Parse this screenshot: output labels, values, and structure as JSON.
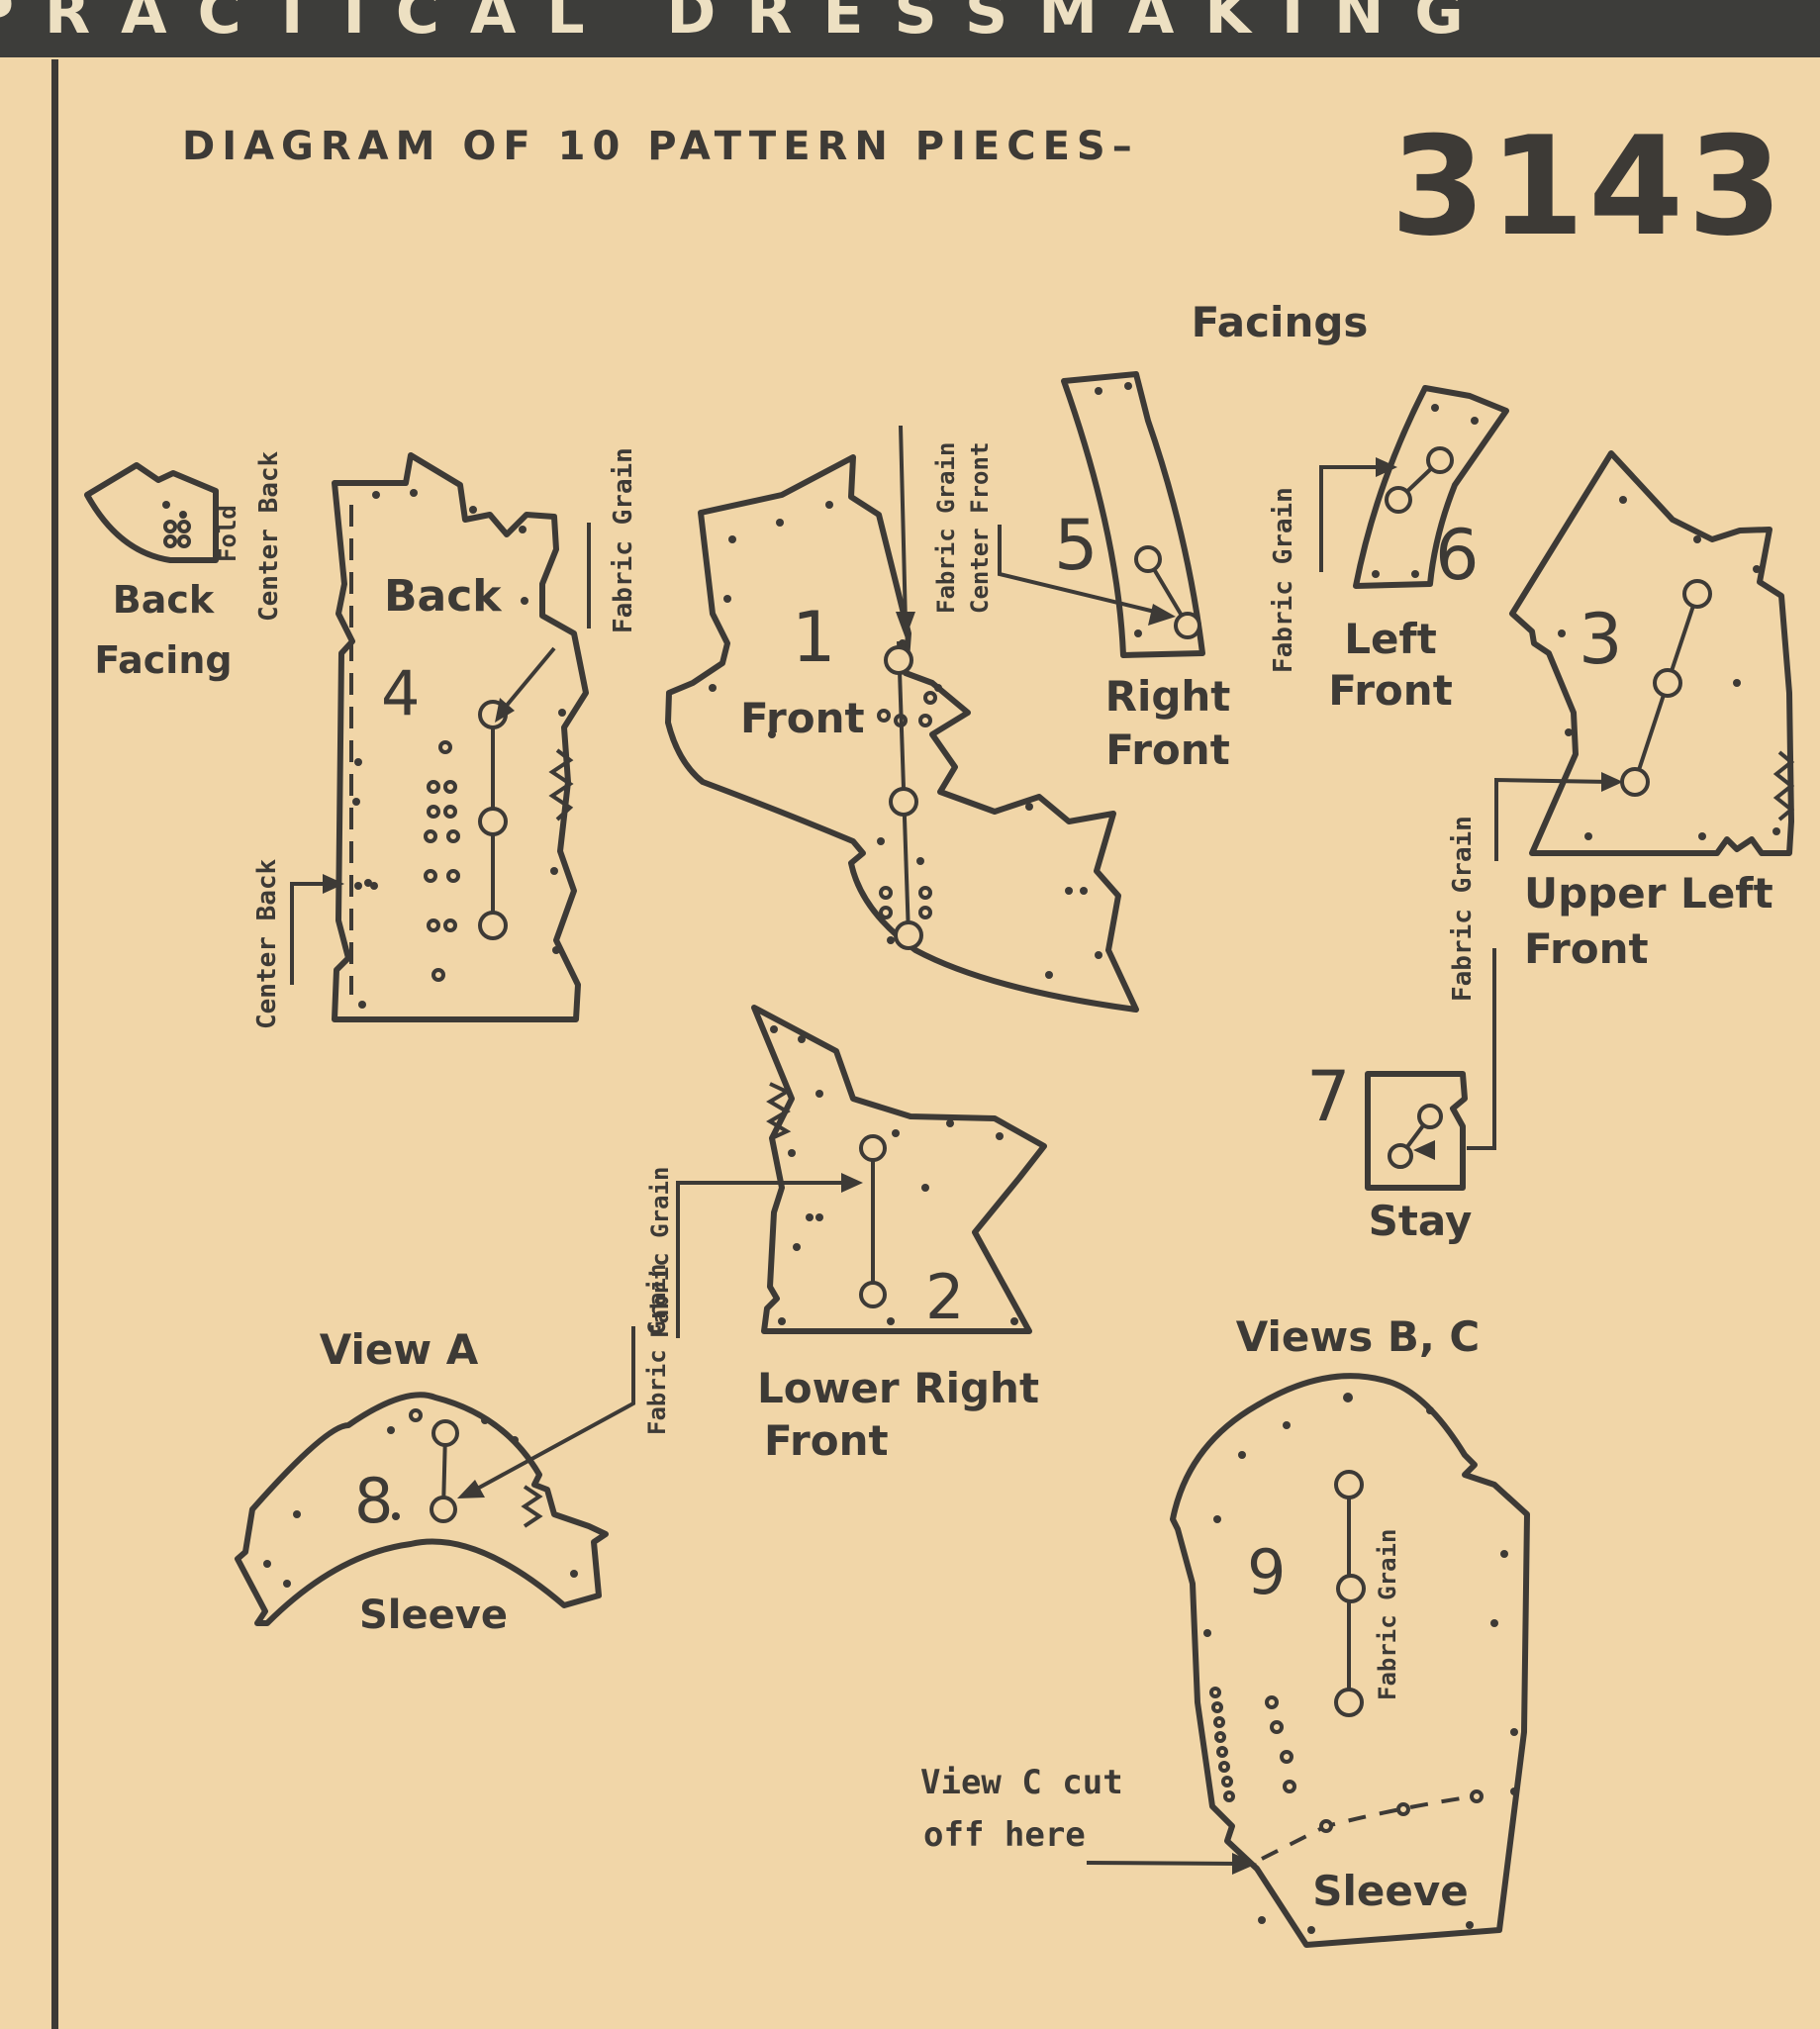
{
  "banner": {
    "text": "PRACTICAL DRESSMAKING"
  },
  "header": {
    "title": "DIAGRAM OF 10 PATTERN PIECES–",
    "pattern_number": "3143"
  },
  "labels": {
    "facings": "Facings",
    "back_facing_1": "Back",
    "back_facing_2": "Facing",
    "fold": "Fold",
    "center_back_top": "Center Back",
    "back": "Back",
    "center_back_bottom": "Center Back",
    "fabric_grain_back": "Fabric Grain",
    "front": "Front",
    "fabric_grain_front": "Fabric Grain",
    "center_front": "Center Front",
    "right_front_1": "Right",
    "right_front_2": "Front",
    "fabric_grain_left_front": "Fabric Grain",
    "left_front_1": "Left",
    "left_front_2": "Front",
    "upper_left_front_1": "Upper Left",
    "upper_left_front_2": "Front",
    "fabric_grain_upper": "Fabric Grain",
    "stay": "Stay",
    "fabric_grain_lower": "Fabric Grain",
    "lower_right_front_1": "Lower Right",
    "lower_right_front_2": "Front",
    "view_a": "View A",
    "fabric_grain_sleeve_a": "Fabric Grain",
    "sleeve_a": "Sleeve",
    "views_bc": "Views B, C",
    "fabric_grain_sleeve_bc": "Fabric Grain",
    "view_c_cut_1": "View C cut",
    "view_c_cut_2": "off here",
    "sleeve_bc": "Sleeve"
  },
  "piece_numbers": {
    "p1": "1",
    "p2": "2",
    "p3": "3",
    "p4": "4",
    "p5": "5",
    "p6": "6",
    "p7": "7",
    "p8": "8",
    "p9": "9"
  }
}
